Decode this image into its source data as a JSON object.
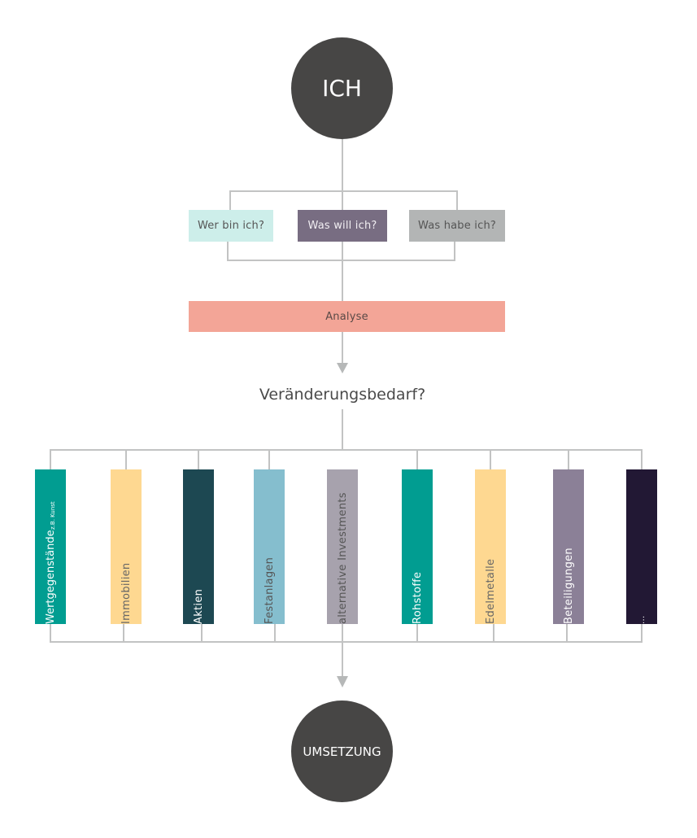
{
  "start_node": {
    "label": "ICH",
    "color": "#474645"
  },
  "questions": [
    {
      "label": "Wer bin ich?",
      "bg": "#cdeeea",
      "fg": "#555555"
    },
    {
      "label": "Was will ich?",
      "bg": "#786d82",
      "fg": "#f1eef2"
    },
    {
      "label": "Was habe ich?",
      "bg": "#b3b5b5",
      "fg": "#555555"
    }
  ],
  "analysis": {
    "label": "Analyse",
    "bg": "#f3a597",
    "fg": "#5a4a47"
  },
  "decision": {
    "label": "Veränderungsbedarf?"
  },
  "options": [
    {
      "label": "Wertgegenstände",
      "sublabel": "z.B. Kunst",
      "bg": "#019d91",
      "fg": "#ffffff"
    },
    {
      "label": "Immobilien",
      "bg": "#fed891",
      "fg": "#666666"
    },
    {
      "label": "Aktien",
      "bg": "#1d4852",
      "fg": "#ffffff"
    },
    {
      "label": "Festanlagen",
      "bg": "#85bece",
      "fg": "#555555"
    },
    {
      "label": "alternative Investments",
      "bg": "#a7a2ad",
      "fg": "#555555"
    },
    {
      "label": "Rohstoffe",
      "bg": "#019d91",
      "fg": "#ffffff"
    },
    {
      "label": "Edelmetalle",
      "bg": "#fed891",
      "fg": "#666666"
    },
    {
      "label": "Beteiligungen",
      "bg": "#8b8097",
      "fg": "#ffffff"
    },
    {
      "label": "...",
      "bg": "#221834",
      "fg": "#ffffff"
    }
  ],
  "end_node": {
    "label": "UMSETZUNG",
    "color": "#474645"
  },
  "connector_color": "#c2c3c3"
}
